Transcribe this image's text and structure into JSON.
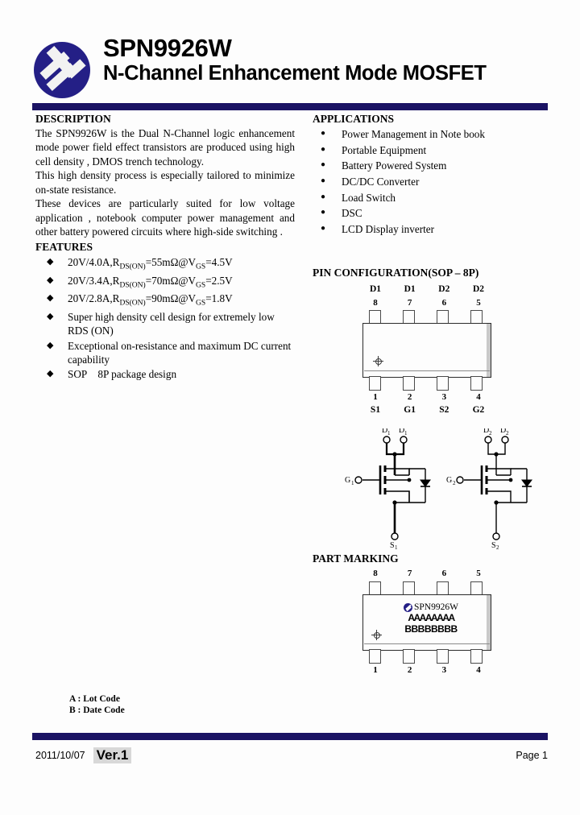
{
  "document": {
    "part_number": "SPN9926W",
    "subtitle": "N-Channel Enhancement Mode MOSFET",
    "accent_color": "#1b1464",
    "logo_color": "#241f86"
  },
  "description": {
    "heading": "DESCRIPTION",
    "paragraphs": [
      "The SPN9926W is the Dual N-Channel logic enhancement mode power field effect transistors are produced using high cell density , DMOS trench technology.",
      "This high density process is especially tailored to minimize on-state resistance.",
      "These devices are particularly suited for low voltage application , notebook computer power management and other battery powered circuits where high-side switching ."
    ]
  },
  "features": {
    "heading": "FEATURES",
    "bullet_glyph": "◆",
    "items": [
      {
        "prefix": "20V/4.0A,R",
        "sub1": "DS(ON)",
        "mid": "=55mΩ@V",
        "sub2": "GS",
        "suffix": "=4.5V"
      },
      {
        "prefix": "20V/3.4A,R",
        "sub1": "DS(ON)",
        "mid": "=70mΩ@V",
        "sub2": "GS",
        "suffix": "=2.5V"
      },
      {
        "prefix": "20V/2.8A,R",
        "sub1": "DS(ON)",
        "mid": "=90mΩ@V",
        "sub2": "GS",
        "suffix": "=1.8V"
      }
    ],
    "plain_items": [
      "Super high density cell design for extremely low RDS (ON)",
      "Exceptional on-resistance and maximum DC current capability",
      "SOP 8P package design"
    ]
  },
  "applications": {
    "heading": "APPLICATIONS",
    "bullet_glyph": "●",
    "items": [
      "Power Management in Note book",
      "Portable Equipment",
      "Battery Powered System",
      "DC/DC Converter",
      "Load Switch",
      "DSC",
      "LCD Display inverter"
    ]
  },
  "pin_configuration": {
    "heading": "PIN CONFIGURATION(SOP – 8P)",
    "top_labels": [
      "D1",
      "D1",
      "D2",
      "D2"
    ],
    "top_numbers": [
      "8",
      "7",
      "6",
      "5"
    ],
    "bottom_numbers": [
      "1",
      "2",
      "3",
      "4"
    ],
    "bottom_labels": [
      "S1",
      "G1",
      "S2",
      "G2"
    ]
  },
  "schematic": {
    "left": {
      "drain1": "D",
      "drain1_sub": "1",
      "drain2": "D",
      "drain2_sub": "1",
      "gate": "G",
      "gate_sub": "1",
      "source": "S",
      "source_sub": "1"
    },
    "right": {
      "drain1": "D",
      "drain1_sub": "2",
      "drain2": "D",
      "drain2_sub": "2",
      "gate": "G",
      "gate_sub": "2",
      "source": "S",
      "source_sub": "2"
    }
  },
  "part_marking": {
    "heading": "PART MARKING",
    "top_numbers": [
      "8",
      "7",
      "6",
      "5"
    ],
    "bottom_numbers": [
      "1",
      "2",
      "3",
      "4"
    ],
    "marking_line1": "SPN9926W",
    "marking_line2": "AAAAAAAA",
    "marking_line3": "BBBBBBBB",
    "legend_a": "A : Lot   Code",
    "legend_b": "B : Date Code"
  },
  "footer": {
    "date": "2011/10/07",
    "version": "Ver.1",
    "page": "Page 1"
  }
}
